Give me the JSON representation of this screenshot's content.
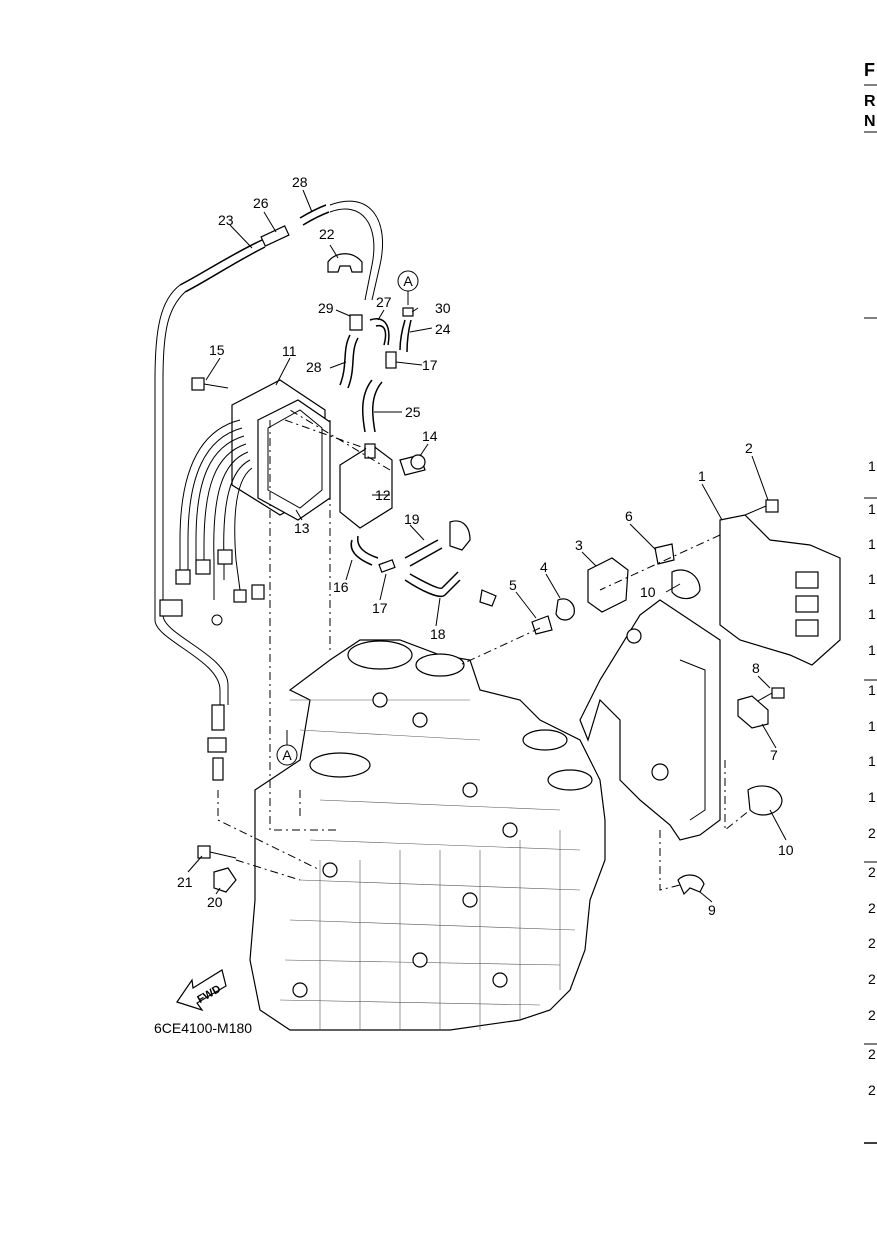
{
  "diagram": {
    "code": "6CE4100-M180",
    "fwd_label": "FWD",
    "ref_marker": "A"
  },
  "parts": [
    {
      "num": "1"
    },
    {
      "num": "2"
    },
    {
      "num": "3"
    },
    {
      "num": "4"
    },
    {
      "num": "5"
    },
    {
      "num": "6"
    },
    {
      "num": "7"
    },
    {
      "num": "8"
    },
    {
      "num": "9"
    },
    {
      "num": "10"
    },
    {
      "num": "10"
    },
    {
      "num": "11"
    },
    {
      "num": "12"
    },
    {
      "num": "13"
    },
    {
      "num": "14"
    },
    {
      "num": "15"
    },
    {
      "num": "16"
    },
    {
      "num": "17"
    },
    {
      "num": "17"
    },
    {
      "num": "18"
    },
    {
      "num": "19"
    },
    {
      "num": "20"
    },
    {
      "num": "21"
    },
    {
      "num": "22"
    },
    {
      "num": "23"
    },
    {
      "num": "24"
    },
    {
      "num": "25"
    },
    {
      "num": "26"
    },
    {
      "num": "27"
    },
    {
      "num": "28"
    },
    {
      "num": "28"
    },
    {
      "num": "29"
    },
    {
      "num": "30"
    }
  ],
  "right_edge": {
    "letters": [
      "F",
      "R",
      "N"
    ],
    "numbers": [
      "1",
      "1",
      "1",
      "1",
      "1",
      "1",
      "1",
      "1",
      "1",
      "1",
      "2",
      "2",
      "2",
      "2",
      "2",
      "2",
      "2",
      "2"
    ]
  }
}
